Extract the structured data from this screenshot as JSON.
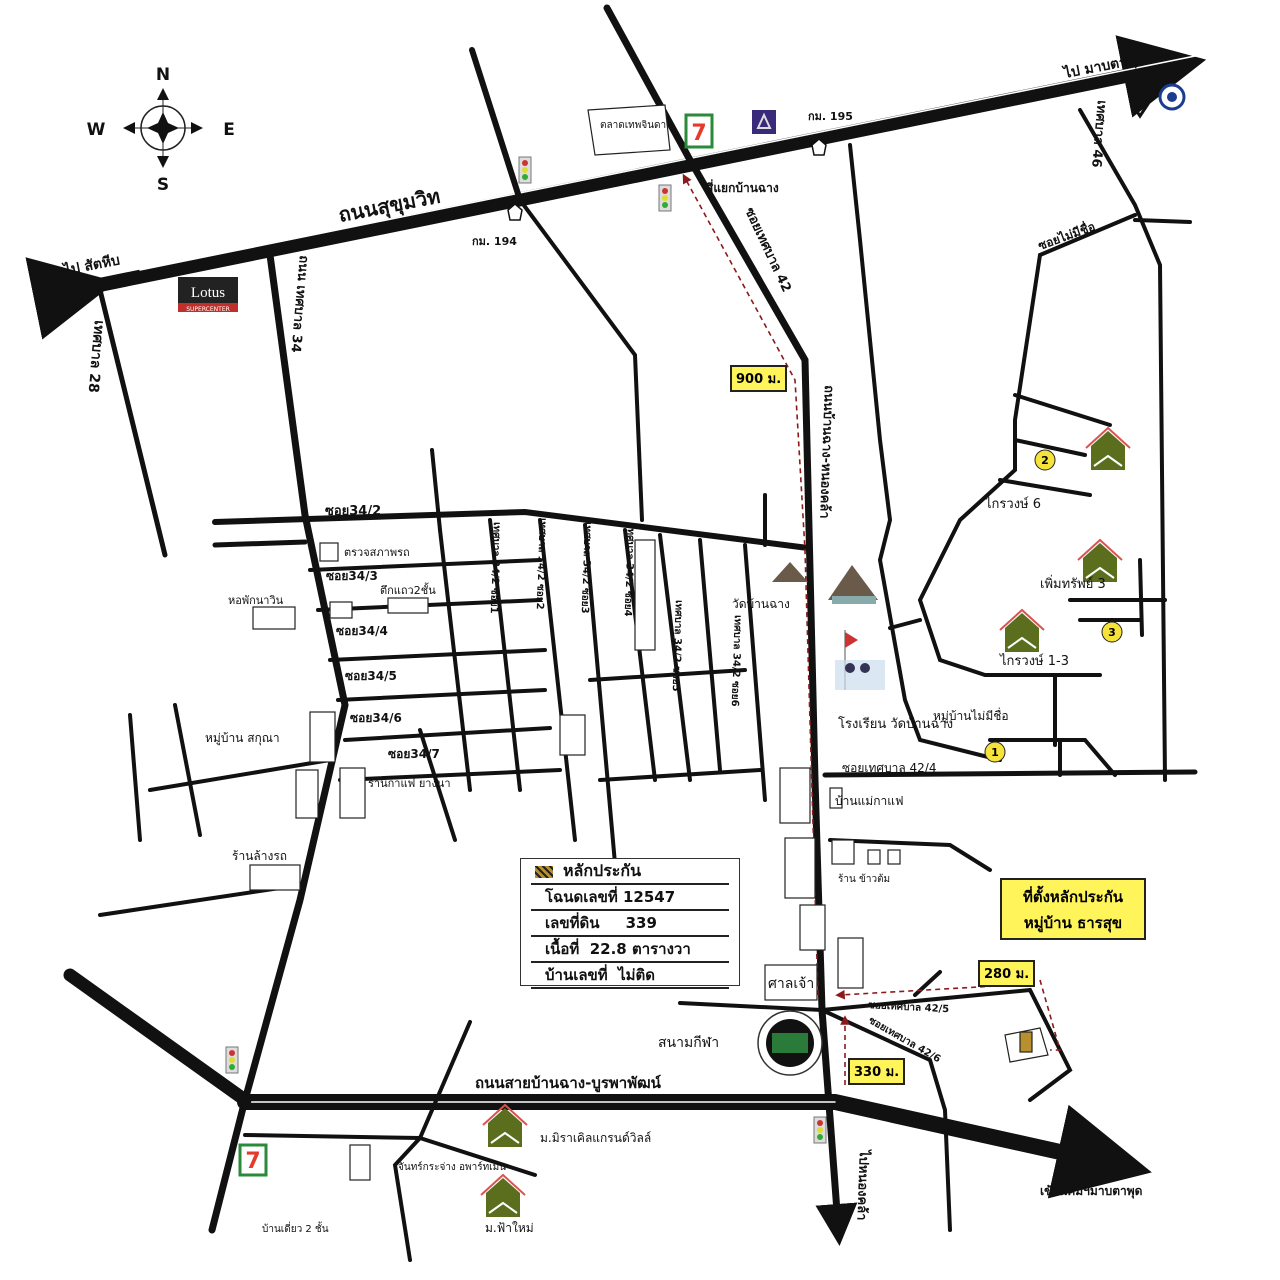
{
  "compass": {
    "n": "N",
    "s": "S",
    "e": "E",
    "w": "W"
  },
  "roads": {
    "sukhumvit": "ถนนสุขุมวิท",
    "to_sattahip": "ไป สัตหีบ",
    "to_map_ta_phut": "ไป มาบตาพุด",
    "km194": "กม. 194",
    "km195": "กม. 195",
    "thesaban28": "เทศบาล 28",
    "thesaban34": "ถนน เทศบาล 34",
    "thesaban42": "ซอยเทศบาล 42",
    "thesaban46": "เทศบาล 46",
    "soi_no_name": "ซอยไม่มีชื่อ",
    "ban_chang_nong_kho": "ถนนบ้านฉาง-หนองคล้า",
    "ban_chang_burapha": "ถนนสายบ้านฉาง-บูรพาพัฒน์",
    "to_nong_kho": "ไปหนองคล้า",
    "to_estate": "เข้านิคมฯมาบตาพุด",
    "intersection": "สี่แยกบ้านฉาง",
    "soi34_2": "ซอย34/2",
    "soi34_3": "ซอย34/3",
    "soi34_4": "ซอย34/4",
    "soi34_5": "ซอย34/5",
    "soi34_6": "ซอย34/6",
    "soi34_7": "ซอย34/7",
    "t342_1": "เทศบาล 34/2 ซอย1",
    "t342_2": "เทศบาล 34/2 ซอย2",
    "t342_3": "เทศบาล 34/2 ซอย3",
    "t342_4": "เทศบาล 34/2 ซอย4",
    "t342_5": "เทศบาล 34/2 ซอย5",
    "t342_6": "เทศบาล 34/2 ซอย6",
    "soi42_4": "ซอยเทศบาล 42/4",
    "soi42_5": "ซอยเทศบาล 42/5",
    "soi42_6": "ซอยเทศบาล 42/6"
  },
  "places": {
    "market": "ตลาดเทพจินดา",
    "lotus": "Lotus",
    "lotus_sub": "SUPERCENTER",
    "car_inspect": "ตรวจสภาพรถ",
    "shophouse": "ตึกแถว2ชั้น",
    "dorm": "หอพักนาวิน",
    "village_sakuna": "หมู่บ้าน สกุณา",
    "cafe": "ร้านกาแฟ ยางนา",
    "car_wash": "ร้านล้างรถ",
    "temple": "วัดบ้านฉาง",
    "school": "โรงเรียน วัดบ้านฉาง",
    "mae_cafe": "บ้านแม่กาแฟ",
    "rice_shop": "ร้าน ข้าวต้ม",
    "shrine": "ศาลเจ้า",
    "stadium": "สนามกีฬา",
    "kraiwong6": "ไกรวงษ์ 6",
    "permsap3": "เพิ่มทรัพย์ 3",
    "kraiwong13": "ไกรวงษ์ 1-3",
    "unnamed_village": "หมู่บ้านไม่มีชื่อ",
    "miracle": "ม.มิราเคิลแกรนด์วิลล์",
    "fah_mai": "ม.ฟ้าใหม่",
    "apartment": "จันทร์กระจ่าง อพาร์ทเม้น",
    "house2": "บ้านเดี่ยว 2 ชั้น",
    "markers": [
      "1",
      "2",
      "3"
    ]
  },
  "legend": {
    "title": "หลักประกัน",
    "deed": "โฉนดเลขที่ 12547",
    "land_no": "เลขที่ดิน     339",
    "area": "เนื้อที่  22.8 ตารางวา",
    "house_no": "บ้านเลขที่  ไม่ติด"
  },
  "location_box": {
    "line1": "ที่ตั้งหลักประกัน",
    "line2": "หมู่บ้าน ธารสุข"
  },
  "distances": {
    "d900": "900 ม.",
    "d280": "280 ม.",
    "d330": "330 ม."
  },
  "colors": {
    "road": "#111111",
    "route": "#8b1a1a",
    "highlight": "#fff45a",
    "house": "#5a6e1e",
    "roof": "#d9534f",
    "seven": "#e53b2c"
  }
}
